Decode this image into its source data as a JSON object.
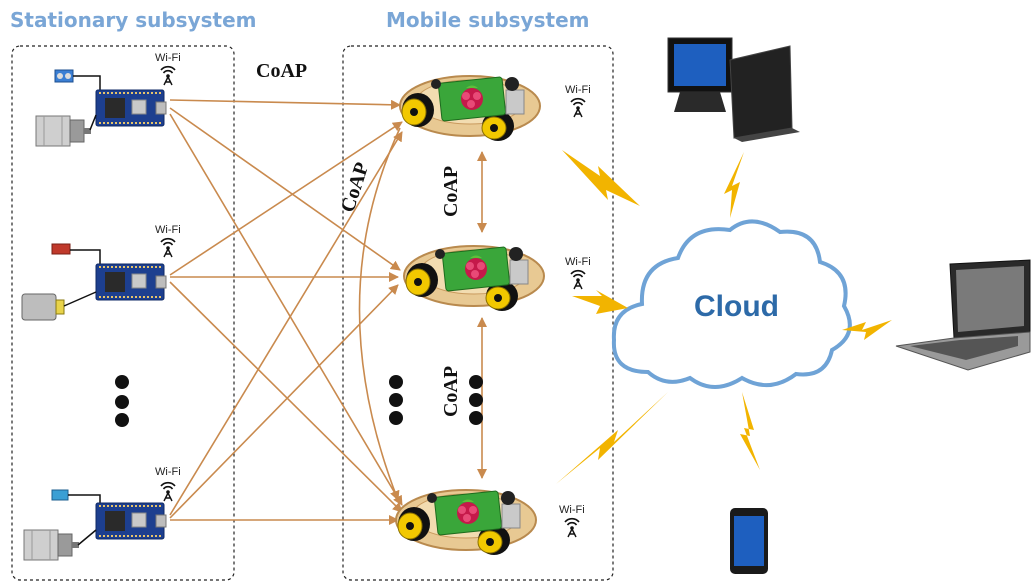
{
  "headings": {
    "stationary": "Stationary subsystem",
    "mobile": "Mobile subsystem"
  },
  "protocol_labels": {
    "top": "CoAP",
    "curved": "CoAP",
    "vertical_upper": "CoAP",
    "vertical_lower": "CoAP"
  },
  "wifi_label": "Wi-Fi",
  "cloud_label": "Cloud",
  "colors": {
    "heading": "#7aa6d6",
    "arrow": "#c98a4e",
    "lightning": "#f2b400",
    "cloud_text": "#2d6aa8",
    "board": "#1d3f8f"
  },
  "nodes": {
    "stationary": [
      "sensor-node-ultrasonic",
      "sensor-node-motor",
      "sensor-node-stepper"
    ],
    "mobile": [
      "robot-car-1",
      "robot-car-2",
      "robot-car-3"
    ],
    "clients": [
      "desktop-computer",
      "laptop",
      "smartphone"
    ]
  }
}
